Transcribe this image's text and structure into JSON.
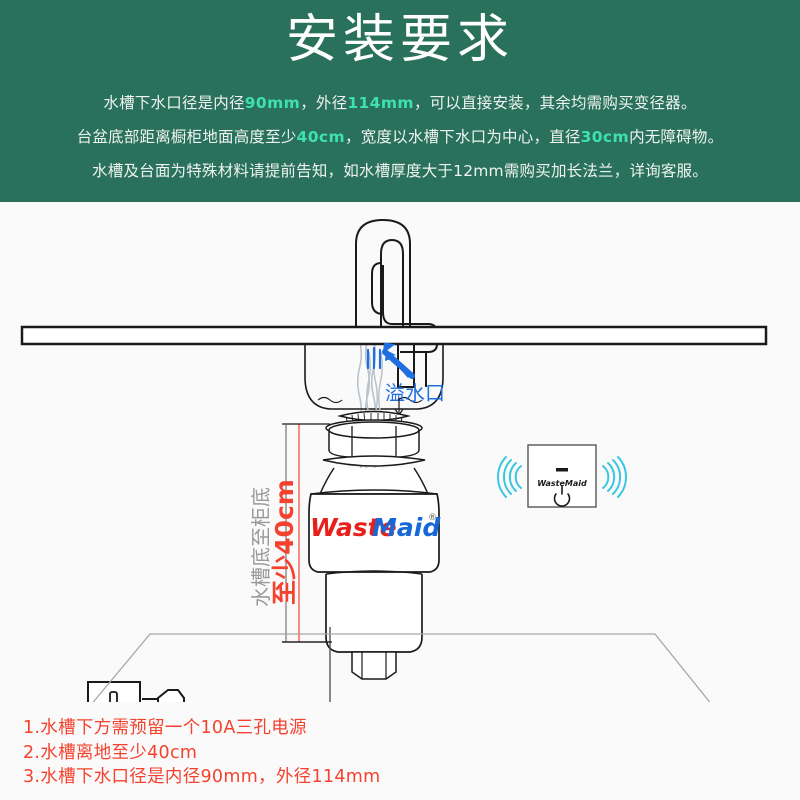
{
  "header": {
    "background_color": "#2a715c",
    "title": "安装要求",
    "title_color": "#ffffff",
    "highlight_color": "#3fe0b0",
    "body_color": "#eef3f1",
    "lines": [
      [
        {
          "t": "水槽下水口径是内径",
          "em": false
        },
        {
          "t": "90mm",
          "em": true
        },
        {
          "t": "，外径",
          "em": false
        },
        {
          "t": "114mm",
          "em": true
        },
        {
          "t": "，可以直接安装，其余均需购买变径器。",
          "em": false
        }
      ],
      [
        {
          "t": "台盆底部距离橱柜地面高度至少",
          "em": false
        },
        {
          "t": "40cm",
          "em": true
        },
        {
          "t": "，宽度以水槽下水口为中心，直径",
          "em": false
        },
        {
          "t": "30cm",
          "em": true
        },
        {
          "t": "内无障碍物。",
          "em": false
        }
      ],
      [
        {
          "t": "水槽及台面为特殊材料请提前告知，如水槽厚度大于12mm需购买加长法兰，详询客服。",
          "em": false
        }
      ]
    ]
  },
  "diagram": {
    "background_color": "#fafafa",
    "line_color": "#1a1a1a",
    "faint_line_color": "#a8a8a8",
    "accent_blue": "#1f6fe0",
    "accent_cyan": "#2fb9d8",
    "accent_red": "#f4422e",
    "gray_label_color": "#9a9a9a",
    "overflow_label": "溢水口",
    "overflow_label_color": "#1f6fe0",
    "dimension_label_red": "至少40cm",
    "dimension_label_gray": "水槽底至柜底",
    "wireless_switch": {
      "brand": "WasteMaid",
      "indicator_dash": "—",
      "power_icon": "power-icon",
      "signal_left": "signal-waves-left",
      "signal_right": "signal-waves-right"
    },
    "disposer": {
      "brand_part1": "Waste",
      "brand_part1_color": "#e8201c",
      "brand_part2": "Maid",
      "brand_part2_color": "#1668d8",
      "brand_mark": "®"
    },
    "outlet": {
      "name": "cn-three-pin-socket",
      "plug_name": "power-plug"
    }
  },
  "footer": {
    "text_color": "#f4422e",
    "notes": [
      "1.水槽下方需预留一个10A三孔电源",
      "2.水槽离地至少40cm",
      "3.水槽下水口径是内径90mm，外径114mm"
    ]
  }
}
